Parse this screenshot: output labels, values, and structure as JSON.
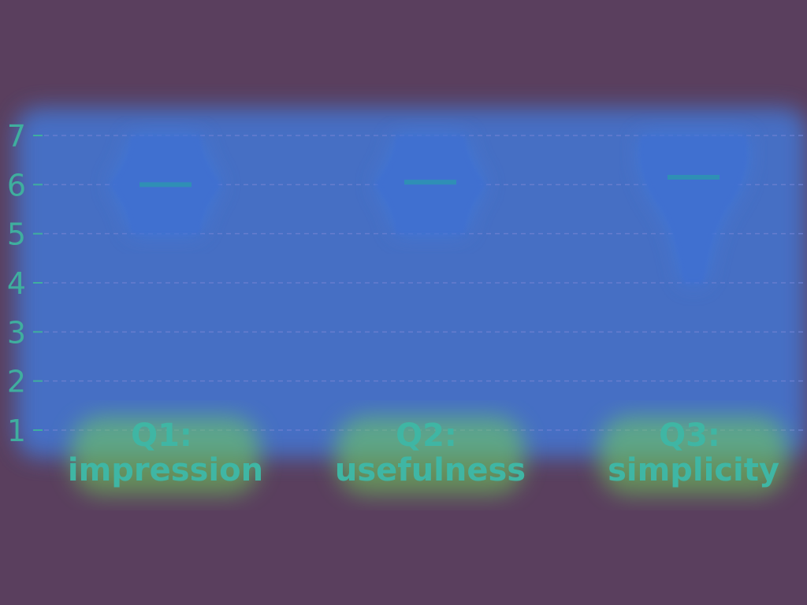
{
  "chart_data": {
    "type": "violin",
    "title": "",
    "xlabel": "",
    "ylabel": "",
    "ylim": [
      1,
      7
    ],
    "yticks": [
      "1",
      "2",
      "3",
      "4",
      "5",
      "6",
      "7"
    ],
    "grid": true,
    "categories": [
      {
        "lines": [
          "Q1:",
          "impression"
        ],
        "min": 5,
        "max": 7,
        "median": 6
      },
      {
        "lines": [
          "Q2:",
          "usefulness"
        ],
        "min": 5,
        "max": 7,
        "median": 6.05
      },
      {
        "lines": [
          "Q3:",
          "simplicity"
        ],
        "min": 4,
        "max": 7,
        "median": 6.15
      }
    ],
    "colors": {
      "background": "#5a3f5e",
      "glow": "#3f7fe6",
      "violin": "#3f6fd0",
      "median": "#2f8fb5",
      "tick_text": "#3fae9e",
      "category_text": "#3fb6a4",
      "grid": "#6b7fd0"
    }
  }
}
